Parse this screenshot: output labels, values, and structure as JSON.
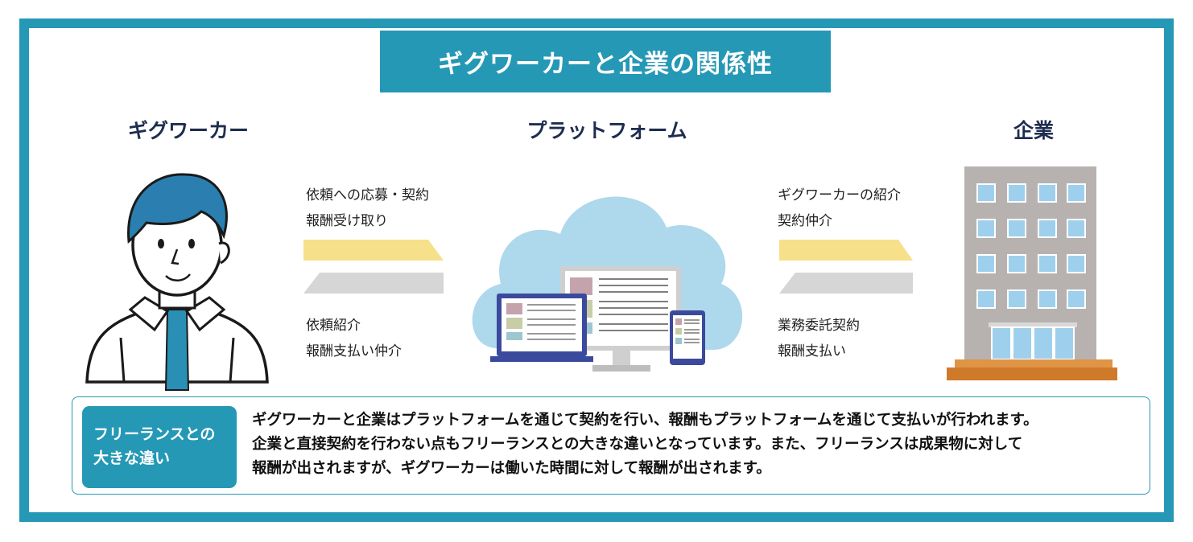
{
  "title": "ギグワーカーと企業の関係性",
  "columns": {
    "worker": "ギグワーカー",
    "platform": "プラットフォーム",
    "company": "企業"
  },
  "flows": {
    "left_top": [
      "依頼への応募・契約",
      "報酬受け取り"
    ],
    "left_bottom": [
      "依頼紹介",
      "報酬支払い仲介"
    ],
    "right_top": [
      "ギグワーカーの紹介",
      "契約仲介"
    ],
    "right_bottom": [
      "業務委託契約",
      "報酬支払い"
    ]
  },
  "difference": {
    "label_lines": [
      "フリーランスとの",
      "大きな違い"
    ],
    "text_lines": [
      "ギグワーカーと企業はプラットフォームを通じて契約を行い、報酬もプラットフォームを通じて支払いが行われます。",
      "企業と直接契約を行わない点もフリーランスとの大きな違いとなっています。また、フリーランスは成果物に対して",
      "報酬が出されますが、ギグワーカーは働いた時間に対して報酬が出されます。"
    ]
  },
  "colors": {
    "accent": "#2598b6",
    "heading": "#1e2d4f",
    "arrow_yellow": "#f6e08a",
    "arrow_gray": "#d6d6d6",
    "cloud": "#aed8ec",
    "building": "#b7b2b0",
    "building_base": "#cf7a2a"
  },
  "icons": [
    "person-icon",
    "cloud-icon",
    "laptop-icon",
    "monitor-icon",
    "tablet-icon",
    "building-icon"
  ]
}
